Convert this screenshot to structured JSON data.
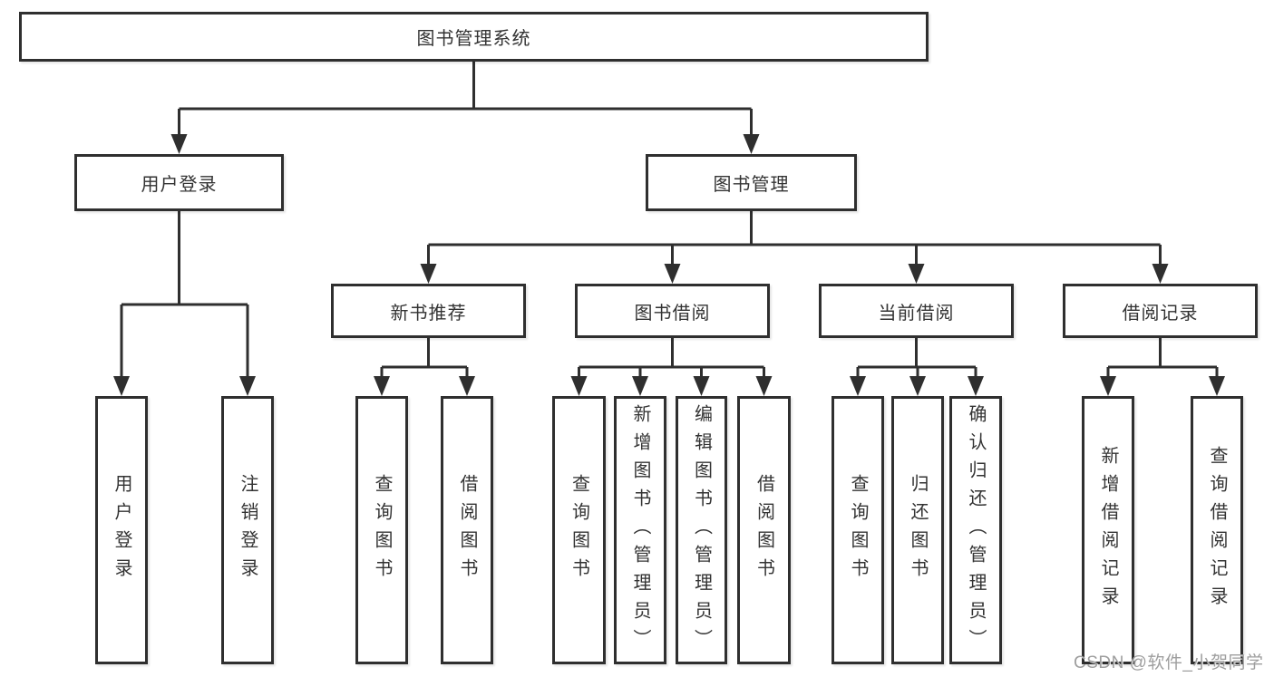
{
  "tree": {
    "label": "图书管理系统",
    "children": [
      {
        "label": "用户登录",
        "children": [
          {
            "label": "用户登录"
          },
          {
            "label": "注销登录"
          }
        ]
      },
      {
        "label": "图书管理",
        "children": [
          {
            "label": "新书推荐",
            "children": [
              {
                "label": "查询图书"
              },
              {
                "label": "借阅图书"
              }
            ]
          },
          {
            "label": "图书借阅",
            "children": [
              {
                "label": "查询图书"
              },
              {
                "label": "新增图书（管理员）"
              },
              {
                "label": "编辑图书（管理员）"
              },
              {
                "label": "借阅图书"
              }
            ]
          },
          {
            "label": "当前借阅",
            "children": [
              {
                "label": "查询图书"
              },
              {
                "label": "归还图书"
              },
              {
                "label": "确认归还（管理员）"
              }
            ]
          },
          {
            "label": "借阅记录",
            "children": [
              {
                "label": "新增借阅记录"
              },
              {
                "label": "查询借阅记录"
              }
            ]
          }
        ]
      }
    ]
  },
  "watermark": {
    "text": "CSDN @软件_小贺同学"
  },
  "colors": {
    "line": "#2f2f2f",
    "text": "#333333",
    "box_background": "#ffffff",
    "page_background": "#ffffff",
    "watermark": "#9e9e9e"
  }
}
